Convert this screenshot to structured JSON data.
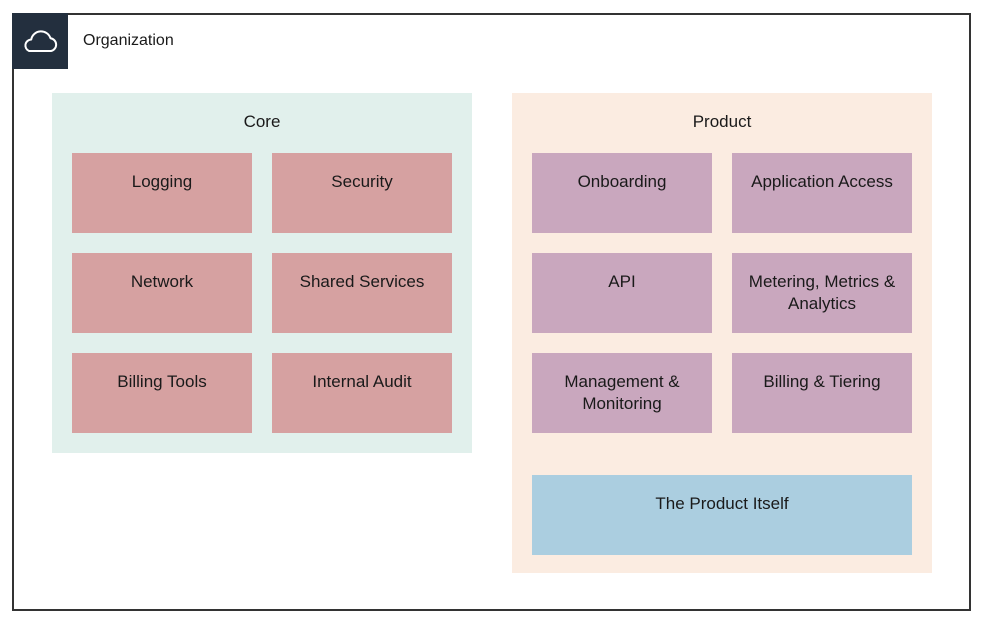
{
  "organization": {
    "label": "Organization",
    "icon": "cloud-icon",
    "icon_bg": "#232f3e"
  },
  "groups": [
    {
      "title": "Core",
      "bg": "#e1f0ec",
      "box_color": "#d6a1a1",
      "items": [
        "Logging",
        "Security",
        "Network",
        "Shared Services",
        "Billing Tools",
        "Internal Audit"
      ]
    },
    {
      "title": "Product",
      "bg": "#fbece1",
      "box_color": "#c9a7be",
      "items": [
        "Onboarding",
        "Application Access",
        "API",
        "Metering, Metrics & Analytics",
        "Management & Monitoring",
        "Billing & Tiering"
      ],
      "highlight": {
        "label": "The Product Itself",
        "color": "#abcee0"
      }
    }
  ]
}
